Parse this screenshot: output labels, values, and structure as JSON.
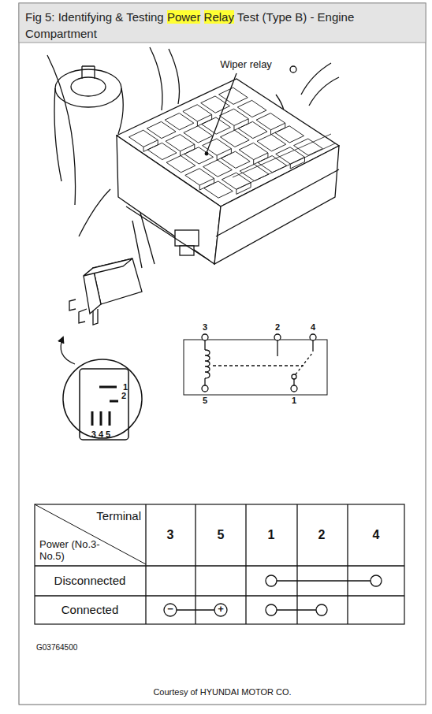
{
  "diagram": {
    "title": "Fig 5: Identifying & Testing Power Relay Test (Type B) - Engine Compartment",
    "labels": [
      "Wiper relay",
      "1",
      "2",
      "3 4 5",
      "3",
      "2",
      "4",
      "5",
      "1",
      "Terminal",
      "Power (No.3-No.5)",
      "3",
      "5",
      "1",
      "2",
      "4",
      "Disconnected",
      "Connected",
      "−",
      "+",
      "G03764500",
      "Courtesy of HYUNDAI MOTOR CO."
    ]
  }
}
